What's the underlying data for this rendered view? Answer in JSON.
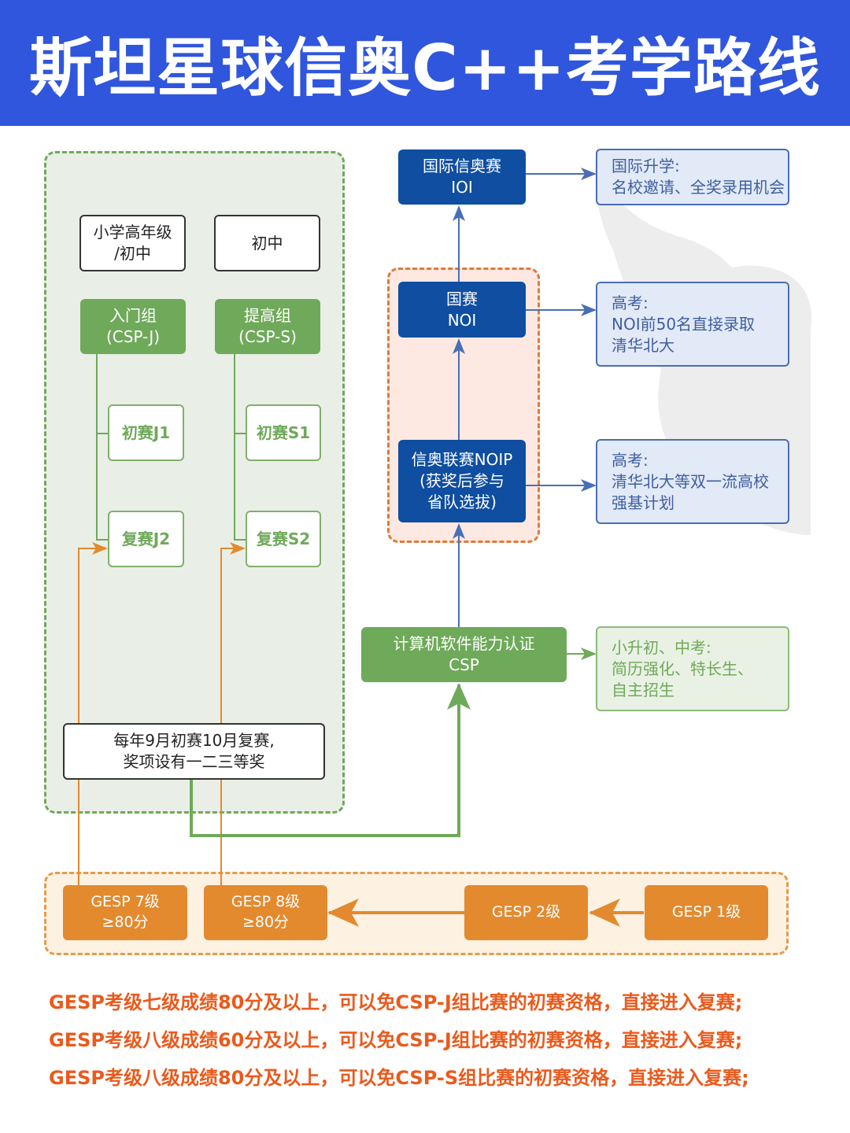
{
  "header": {
    "title": "斯坦星球信奥C++考学路线"
  },
  "colors": {
    "header_bg": "#2f56dc",
    "navy": "#0f4ea0",
    "green": "#6fa95a",
    "orange": "#e38a2f",
    "note_text": "#ea5a1c",
    "blue_line": "#4a6eb5"
  },
  "left_group": {
    "levels": [
      {
        "lines": [
          "小学高年级",
          "/初中"
        ]
      },
      {
        "lines": [
          "初中"
        ]
      }
    ],
    "groups": [
      {
        "lines": [
          "入门组",
          "(CSP-J)"
        ],
        "stages": [
          "初赛J1",
          "复赛J2"
        ]
      },
      {
        "lines": [
          "提高组",
          "(CSP-S)"
        ],
        "stages": [
          "初赛S1",
          "复赛S2"
        ]
      }
    ],
    "schedule": {
      "lines": [
        "每年9月初赛10月复赛,",
        "奖项设有一二三等奖"
      ]
    }
  },
  "main_path": {
    "ioi": {
      "lines": [
        "国际信奥赛",
        "IOI"
      ]
    },
    "noi": {
      "lines": [
        "国赛",
        "NOI"
      ]
    },
    "noip": {
      "lines": [
        "信奥联赛NOIP",
        "(获奖后参与",
        "省队选拔)"
      ]
    },
    "csp": {
      "lines": [
        "计算机软件能力认证",
        "CSP"
      ]
    }
  },
  "outcomes": [
    {
      "lines": [
        "国际升学:",
        "名校邀请、全奖录用机会"
      ]
    },
    {
      "lines": [
        "高考:",
        "NOI前50名直接录取",
        "清华北大"
      ]
    },
    {
      "lines": [
        "高考:",
        "清华北大等双一流高校",
        "强基计划"
      ]
    },
    {
      "lines": [
        "小升初、中考:",
        "简历强化、特长生、",
        "自主招生"
      ]
    }
  ],
  "gesp": [
    {
      "lines": [
        "GESP 7级",
        "≥80分"
      ]
    },
    {
      "lines": [
        "GESP 8级",
        "≥80分"
      ]
    },
    {
      "lines": [
        "GESP 2级"
      ]
    },
    {
      "lines": [
        "GESP 1级"
      ]
    }
  ],
  "notes": [
    "GESP考级七级成绩80分及以上，可以免CSP-J组比赛的初赛资格，直接进入复赛;",
    "GESP考级八级成绩60分及以上，可以免CSP-J组比赛的初赛资格，直接进入复赛;",
    "GESP考级八级成绩80分及以上，可以免CSP-S组比赛的初赛资格，直接进入复赛;"
  ]
}
